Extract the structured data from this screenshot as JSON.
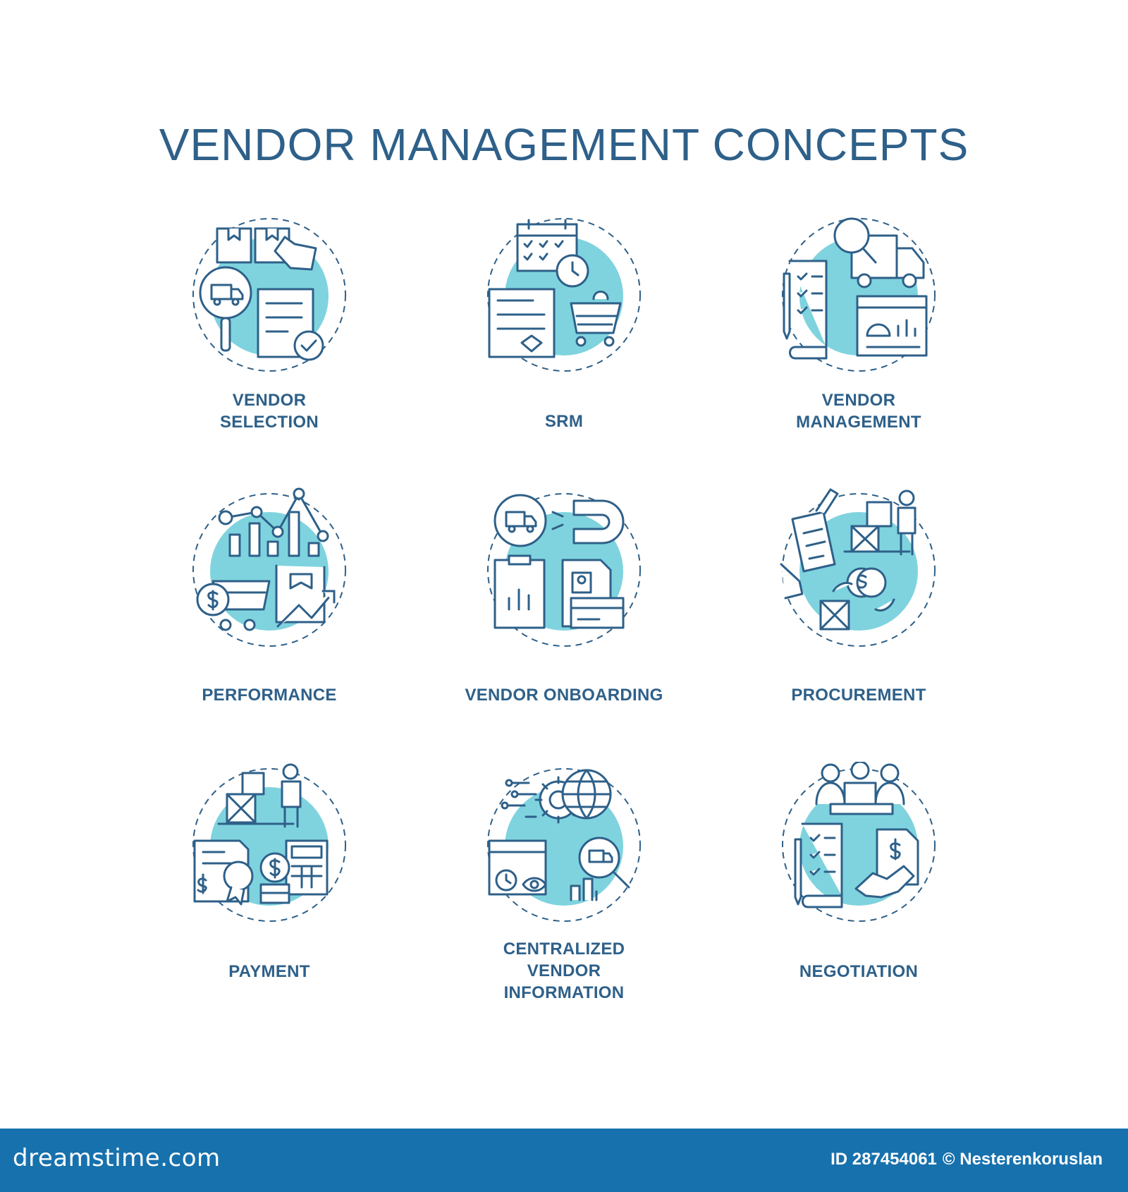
{
  "title": "VENDOR MANAGEMENT CONCEPTS",
  "colors": {
    "title": "#2e6089",
    "accent": "#7fd3de",
    "stroke": "#2e6089",
    "footer": "#1771ad"
  },
  "concepts": [
    {
      "lines": [
        "VENDOR",
        "SELECTION"
      ],
      "icon": "vendor-selection-icon"
    },
    {
      "lines": [
        "SRM"
      ],
      "icon": "srm-icon"
    },
    {
      "lines": [
        "VENDOR",
        "MANAGEMENT"
      ],
      "icon": "vendor-management-icon"
    },
    {
      "lines": [
        "PERFORMANCE"
      ],
      "icon": "performance-icon"
    },
    {
      "lines": [
        "VENDOR ONBOARDING"
      ],
      "icon": "vendor-onboarding-icon"
    },
    {
      "lines": [
        "PROCUREMENT"
      ],
      "icon": "procurement-icon"
    },
    {
      "lines": [
        "PAYMENT"
      ],
      "icon": "payment-icon"
    },
    {
      "lines": [
        "CENTRALIZED",
        "VENDOR",
        "INFORMATION"
      ],
      "icon": "centralized-vendor-information-icon"
    },
    {
      "lines": [
        "NEGOTIATION"
      ],
      "icon": "negotiation-icon"
    }
  ],
  "footer": {
    "brand": "dreamstime.com",
    "id_text": "ID 287454061",
    "author": "© Nesterenkoruslan"
  }
}
